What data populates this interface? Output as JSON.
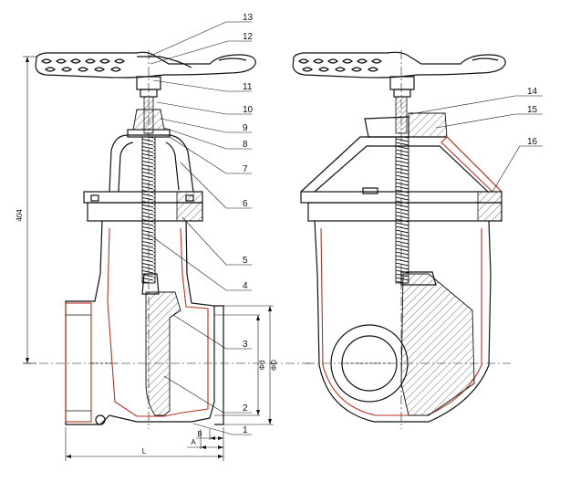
{
  "title": "",
  "colors": {
    "outline": "#111111",
    "section_line": "#b8321e",
    "background": "#ffffff"
  },
  "part_numbers": [
    "1",
    "2",
    "3",
    "4",
    "5",
    "6",
    "7",
    "8",
    "9",
    "10",
    "11",
    "12",
    "13",
    "14",
    "15",
    "16"
  ],
  "dimensions": {
    "height": "404",
    "L": "L",
    "A": "A",
    "B": "B",
    "d": "Φd",
    "D": "ΦD"
  }
}
